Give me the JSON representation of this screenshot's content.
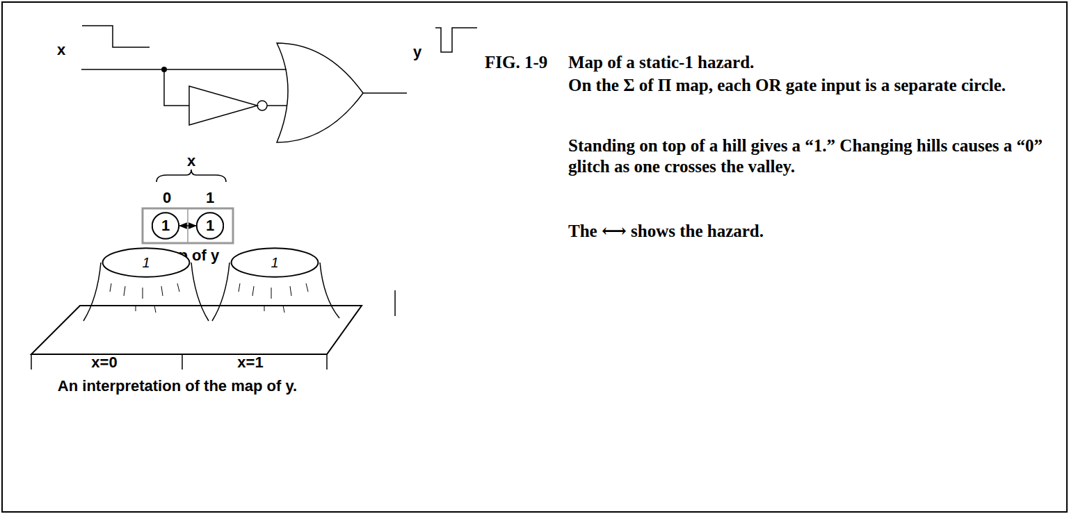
{
  "diagram": {
    "caption": "An interpretation of the map of y.",
    "nodes": [
      {
        "text": [
          "1"
        ]
      },
      {
        "text": [
          "1"
        ]
      },
      {
        "text": [
          "1"
        ]
      },
      {
        "text": [
          "1"
        ]
      }
    ],
    "edges": [
      {
        "from": 0,
        "to": 1,
        "arrow": "both"
      }
    ],
    "labels": [
      "x",
      "y",
      "x",
      "0",
      "1",
      "map of y",
      "x=0",
      "x=1",
      "FIG. 1-9",
      "Map of a static-1 hazard.",
      "On the Σ of Π map, each OR gate input is a separate circle.",
      "Standing on top of a hill gives a “1.” Changing hills causes a “0” glitch as one crosses the valley.",
      "The ⟷ shows the hazard."
    ]
  }
}
